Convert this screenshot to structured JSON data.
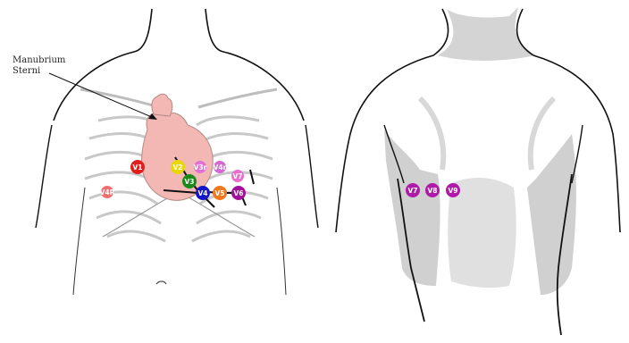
{
  "annotation": {
    "line1": "Manubrium",
    "line2": "Sterni"
  },
  "front_leads": [
    {
      "label": "V1",
      "color": "#e0201e"
    },
    {
      "label": "V2",
      "color": "#e8d800"
    },
    {
      "label": "V3",
      "color": "#1a8a1a"
    },
    {
      "label": "V4",
      "color": "#1515c8"
    },
    {
      "label": "V5",
      "color": "#f07820"
    },
    {
      "label": "V6",
      "color": "#a0109a"
    },
    {
      "label": "V3r",
      "color": "#e071d6"
    },
    {
      "label": "V4r",
      "color": "#d36ad2"
    },
    {
      "label": "V7",
      "color": "#e96fcc"
    },
    {
      "label": "V4R",
      "color": "#f07070"
    }
  ],
  "back_leads": [
    {
      "label": "V7",
      "color": "#b01aa8"
    },
    {
      "label": "V8",
      "color": "#b01aa8"
    },
    {
      "label": "V9",
      "color": "#b01aa8"
    }
  ],
  "colors": {
    "outline": "#111111",
    "shade": "#cfcfcf",
    "heart": "#f4b8b4",
    "heart_stroke": "#b08a86"
  }
}
